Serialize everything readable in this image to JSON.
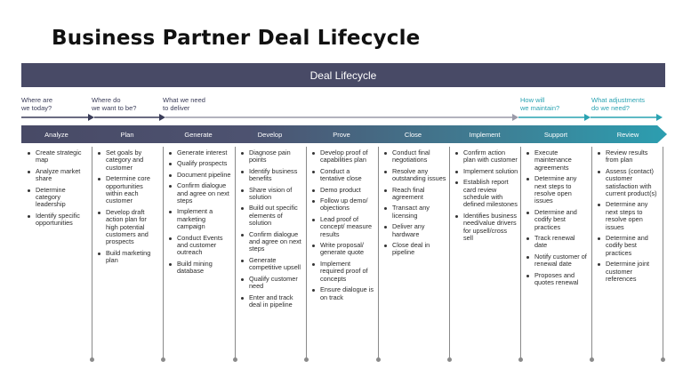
{
  "title": "Business Partner Deal Lifecycle",
  "banner": "Deal Lifecycle",
  "questions": [
    "Where are\nwe today?",
    "Where do\nwe want to be?",
    "What we need\nto deliver",
    "How will\nwe maintain?",
    "What adjustments\ndo we need?"
  ],
  "colors": {
    "banner": "#484a66",
    "phase_start": "#484a66",
    "phase_end": "#2c9eb0",
    "teal_text": "#2aa3b2",
    "arrow_dark": "#3a3c58",
    "arrow_gray": "#9a9aa8",
    "arrow_teal": "#2aa3b2"
  },
  "phases": [
    {
      "name": "Analyze",
      "items": [
        "Create strategic map",
        "Analyze market share",
        "Determine category leadership",
        "Identify specific opportunities"
      ]
    },
    {
      "name": "Plan",
      "items": [
        "Set goals by category and customer",
        "Determine core opportunities within each customer",
        "Develop draft action plan for high potential customers and prospects",
        "Build marketing plan"
      ]
    },
    {
      "name": "Generate",
      "items": [
        "Generate interest",
        "Qualify prospects",
        "Document pipeline",
        "Confirm dialogue and agree on next steps",
        "Implement a marketing campaign",
        "Conduct Events and customer outreach",
        "Build mining database"
      ]
    },
    {
      "name": "Develop",
      "items": [
        "Diagnose pain points",
        "Identify business benefits",
        "Share vision of solution",
        "Build out specific elements of solution",
        "Confirm dialogue and agree on next steps",
        "Generate competitive upsell",
        "Qualify customer need",
        "Enter and track deal in pipeline"
      ]
    },
    {
      "name": "Prove",
      "items": [
        "Develop proof of capabilities plan",
        "Conduct a tentative close",
        "Demo product",
        "Follow up demo/ objections",
        "Lead proof of concept/ measure results",
        "Write proposal/ generate quote",
        "Implement required proof of concepts",
        "Ensure dialogue is on track"
      ]
    },
    {
      "name": "Close",
      "items": [
        "Conduct final negotiations",
        "Resolve any outstanding issues",
        "Reach final agreement",
        "Transact any licensing",
        "Deliver any hardware",
        "Close deal in pipeline"
      ]
    },
    {
      "name": "Implement",
      "items": [
        "Confirm action plan with customer",
        "Implement solution",
        "Establish report card review schedule with defined milestones",
        "Identifies business need/value drivers for upsell/cross sell"
      ]
    },
    {
      "name": "Support",
      "items": [
        "Execute maintenance agreements",
        "Determine any next steps to resolve open issues",
        "Determine and codify best practices",
        "Track renewal date",
        "Notify customer of renewal date",
        "Proposes and quotes renewal"
      ]
    },
    {
      "name": "Review",
      "items": [
        "Review results from plan",
        "Assess (contact) customer satisfaction with current product(s)",
        "Determine any next steps to resolve open issues",
        "Determine and codify best practices",
        "Determine joint customer references"
      ]
    }
  ]
}
